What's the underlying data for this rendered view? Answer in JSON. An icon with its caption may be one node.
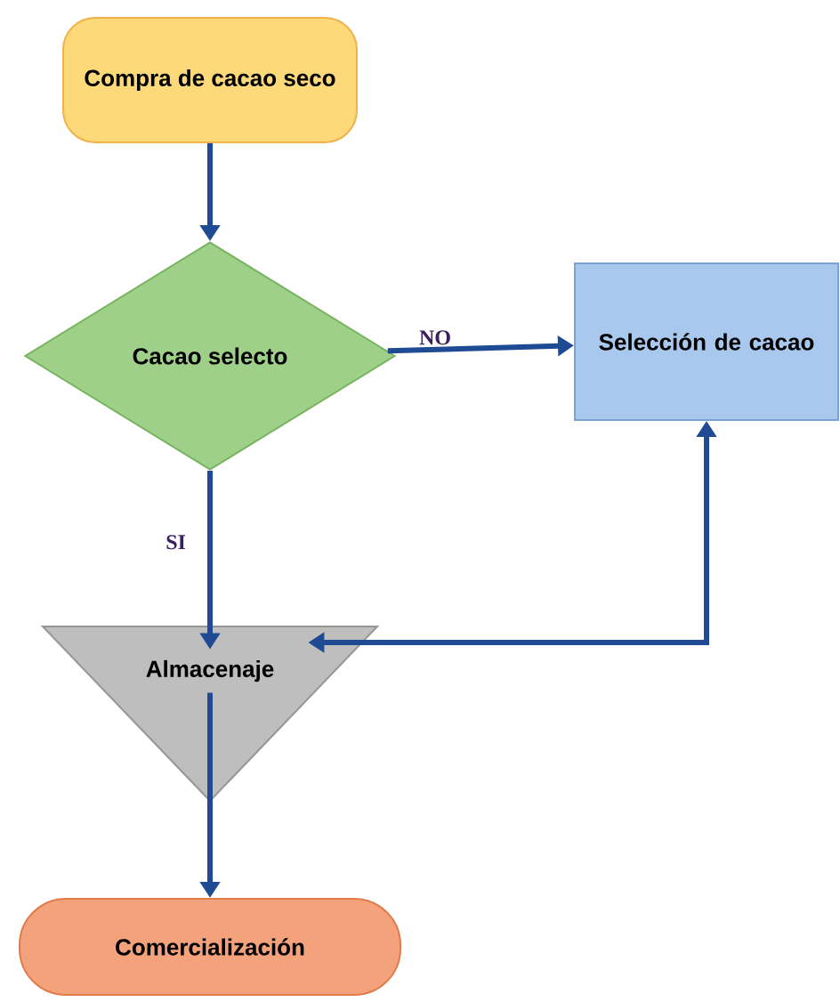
{
  "diagram": {
    "nodes": [
      {
        "text": [
          "Compra de cacao seco"
        ]
      },
      {
        "text": [
          "Cacao selecto"
        ]
      },
      {
        "text": [
          "Selección de cacao"
        ]
      },
      {
        "text": [
          "Almacenaje"
        ]
      },
      {
        "text": [
          "Comercialización"
        ]
      }
    ],
    "edges": [
      {
        "from": 0,
        "to": 1,
        "arrow": "to"
      },
      {
        "from": 1,
        "to": 2,
        "arrow": "to",
        "label": "NO"
      },
      {
        "from": 1,
        "to": 3,
        "arrow": "to",
        "label": "SI"
      },
      {
        "from": 3,
        "to": 2,
        "arrow": "both"
      },
      {
        "from": 3,
        "to": 4,
        "arrow": "to"
      }
    ]
  }
}
